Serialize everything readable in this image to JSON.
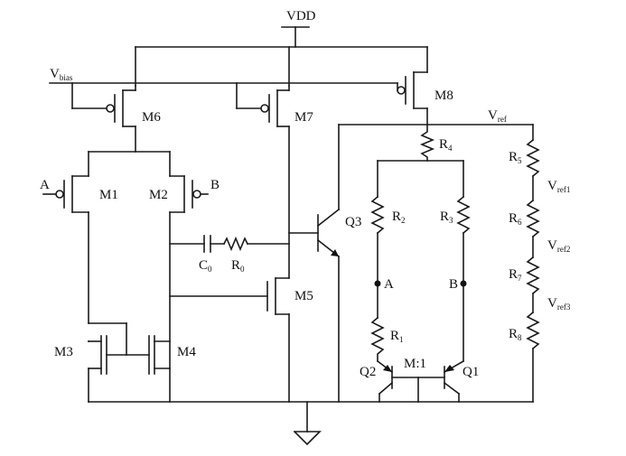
{
  "circuit": {
    "supply": "VDD",
    "bias": {
      "base": "V",
      "sub": "bias"
    },
    "transistors": [
      "M1",
      "M2",
      "M3",
      "M4",
      "M5",
      "M6",
      "M7",
      "M8",
      "Q1",
      "Q2",
      "Q3"
    ],
    "inputs": {
      "a": "A",
      "b": "B"
    },
    "capacitor": {
      "base": "C",
      "sub": "0"
    },
    "resistor_r0": {
      "base": "R",
      "sub": "0"
    },
    "resistors": [
      {
        "base": "R",
        "sub": "1"
      },
      {
        "base": "R",
        "sub": "2"
      },
      {
        "base": "R",
        "sub": "3"
      },
      {
        "base": "R",
        "sub": "4"
      },
      {
        "base": "R",
        "sub": "5"
      },
      {
        "base": "R",
        "sub": "6"
      },
      {
        "base": "R",
        "sub": "7"
      },
      {
        "base": "R",
        "sub": "8"
      }
    ],
    "nodes": {
      "a": "A",
      "b": "B"
    },
    "ratio": "M:1",
    "vref": {
      "base": "V",
      "sub": "ref"
    },
    "vref_taps": [
      {
        "base": "V",
        "sub": "ref1"
      },
      {
        "base": "V",
        "sub": "ref2"
      },
      {
        "base": "V",
        "sub": "ref3"
      }
    ]
  }
}
